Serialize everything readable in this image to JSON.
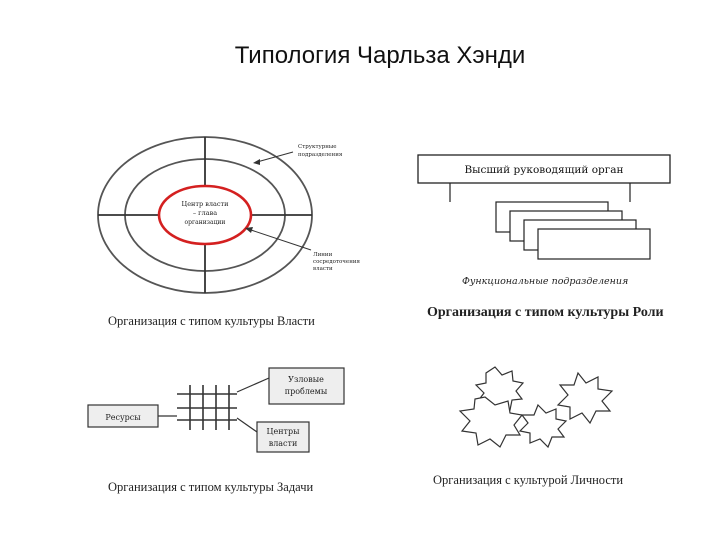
{
  "slide": {
    "title": "Типология Чарльза Хэнди"
  },
  "power": {
    "center_line1": "Центр власти",
    "center_line2": "– глава",
    "center_line3": "организации",
    "label_struct1": "Структурные",
    "label_struct2": "подразделения",
    "label_lines1": "Линии",
    "label_lines2": "сосредоточения",
    "label_lines3": "власти",
    "caption": "Организация с типом культуры Власти"
  },
  "role": {
    "top_box": "Высший руководящий орган",
    "units_label": "Функциональные подразделения",
    "caption": "Организация с типом культуры Роли"
  },
  "task": {
    "resources": "Ресурсы",
    "nodes1": "Узловые",
    "nodes2": "проблемы",
    "centers1": "Центры",
    "centers2": "власти",
    "caption": "Организация с типом культуры Задачи"
  },
  "person": {
    "caption": "Организация с культурой Личности"
  },
  "colors": {
    "center_ring": "#d42020",
    "line": "#333333"
  }
}
